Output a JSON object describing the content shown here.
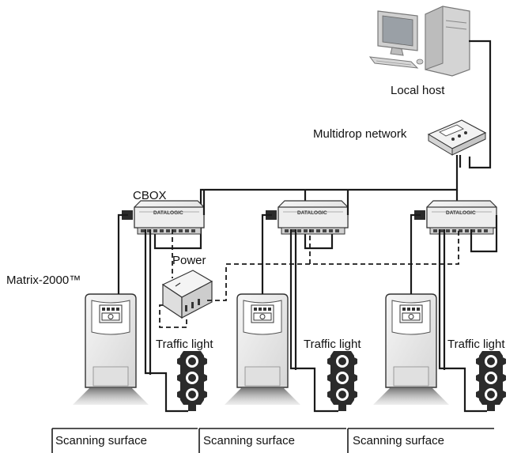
{
  "labels": {
    "local_host": "Local host",
    "multidrop": "Multidrop network",
    "cbox": "CBOX",
    "power": "Power",
    "matrix": "Matrix-2000™",
    "traffic_light": "Traffic light",
    "scanning_surface": "Scanning surface"
  },
  "cbox_brand": "DATALOGIC",
  "colors": {
    "line": "#1a1a1a",
    "device_fill": "#e8e8e8",
    "device_stroke": "#333333",
    "beam": "#777777"
  }
}
